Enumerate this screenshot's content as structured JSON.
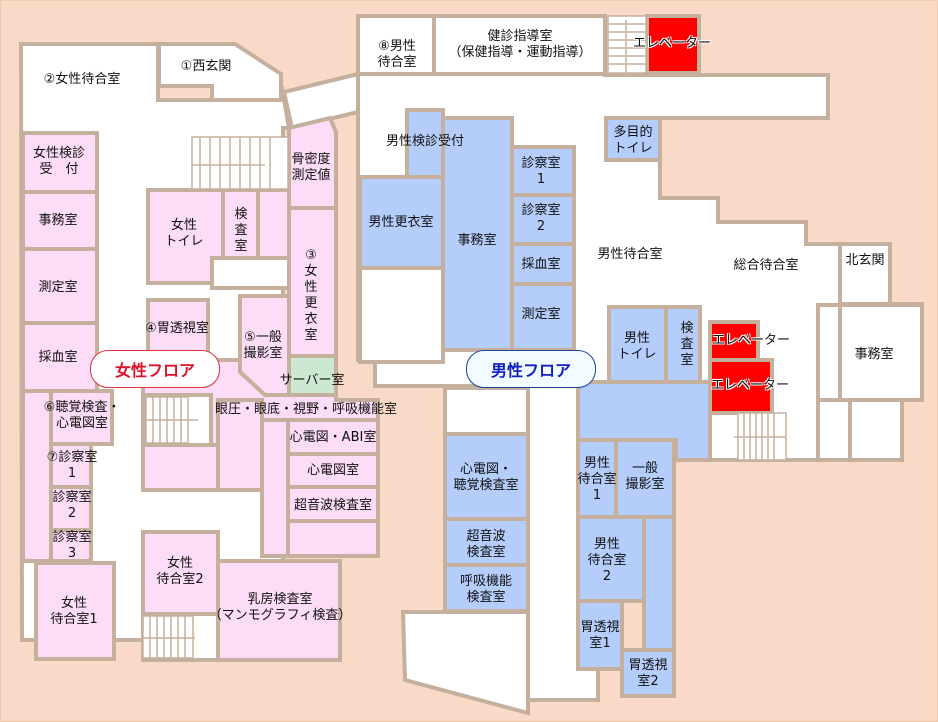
{
  "colors": {
    "background": "#f9dac6",
    "wall": "#c5b09e",
    "female_room": "#fcdcf6",
    "male_room": "#b4cdfb",
    "corridor": "#ffffff",
    "server_room": "#cde8d1",
    "elevator": "#ff0000",
    "female_badge": "#e0102a",
    "male_badge": "#1020c0"
  },
  "badges": {
    "female_floor": "女性フロア",
    "male_floor": "男性フロア"
  },
  "female_area": {
    "west_entrance": "①西玄関",
    "female_waiting": "②女性待合室",
    "female_checkup_reception": [
      "女性検診",
      "受　付"
    ],
    "office": "事務室",
    "measurement": "測定室",
    "blood_draw": "採血室",
    "bone_density": [
      "骨密度",
      "測定値"
    ],
    "female_toilet": [
      "女性",
      "トイレ"
    ],
    "exam_room": [
      "検",
      "査",
      "室"
    ],
    "female_changing": [
      "③",
      "女",
      "性",
      "更",
      "衣",
      "室"
    ],
    "gastric_fluoroscopy": "④胃透視室",
    "general_xray": [
      "⑤一般",
      "撮影室"
    ],
    "server_room": "サーバー室",
    "hearing_ecg": [
      "⑥聴覚検査・",
      "心電図室"
    ],
    "eye_lung": "眼圧・眼底・視野・呼吸機能室",
    "ecg_abi": "心電図・ABI室",
    "ecg": "心電図室",
    "ultrasound": "超音波検査室",
    "consult_1": [
      "⑦診察室",
      "1"
    ],
    "consult_2": [
      "診察室",
      "2"
    ],
    "consult_3": [
      "診察室",
      "3"
    ],
    "female_waiting_2": [
      "女性",
      "待合室2"
    ],
    "female_waiting_1": [
      "女性",
      "待合室1"
    ],
    "mammography": [
      "乳房検査室",
      "（マンモグラフィ検査）"
    ]
  },
  "male_area": {
    "male_waiting_8": [
      "⑧男性",
      "待合室"
    ],
    "health_guidance": [
      "健診指導室",
      "（保健指導・運動指導）"
    ],
    "elevator": "エレベーター",
    "male_checkup_reception": "男性検診受付",
    "multipurpose_toilet": [
      "多目的",
      "トイレ"
    ],
    "male_changing": "男性更衣室",
    "office": "事務室",
    "consult_1": [
      "診察室",
      "1"
    ],
    "consult_2": [
      "診察室",
      "2"
    ],
    "blood_draw": "採血室",
    "measurement": "測定室",
    "male_waiting": "男性待合室",
    "general_waiting": "総合待合室",
    "north_entrance": "北玄関",
    "male_toilet": [
      "男性",
      "トイレ"
    ],
    "exam_room": [
      "検",
      "査",
      "室"
    ],
    "elevator_2": "エレベーター",
    "elevator_3": "エレベーター",
    "office_2": "事務室",
    "ecg_hearing": [
      "心電図・",
      "聴覚検査室"
    ],
    "ultrasound": [
      "超音波",
      "検査室"
    ],
    "lung_function": [
      "呼吸機能",
      "検査室"
    ],
    "male_waiting_1": [
      "男性",
      "待合室",
      "1"
    ],
    "general_xray": [
      "一般",
      "撮影室"
    ],
    "male_waiting_2": [
      "男性",
      "待合室",
      "2"
    ],
    "gastric_1": [
      "胃透視",
      "室1"
    ],
    "gastric_2": [
      "胃透視",
      "室2"
    ]
  }
}
